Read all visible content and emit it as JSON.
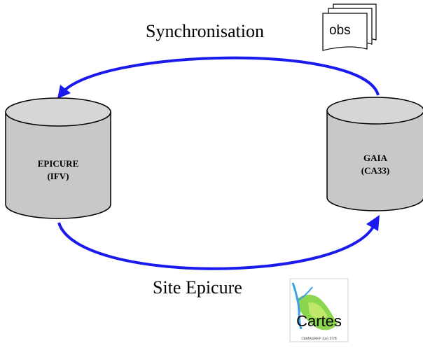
{
  "labels": {
    "top_flow": "Synchronisation",
    "bottom_flow": "Site Epicure"
  },
  "left_db": {
    "line1": "EPICURE",
    "line2": "(IFV)"
  },
  "right_db": {
    "line1": "GAIA",
    "line2": "(CA33)"
  },
  "obs_doc": {
    "label": "obs"
  },
  "map_doc": {
    "label": "Cartes",
    "footer": "CEMAGREF Juin 97/B"
  },
  "colors": {
    "arrow": "#1a1aee",
    "cylinder_fill": "#c8c8c8",
    "cylinder_top": "#d6d6d6",
    "outline": "#000000",
    "map_green": "#7ed03c",
    "map_blue": "#3aa0e6"
  }
}
